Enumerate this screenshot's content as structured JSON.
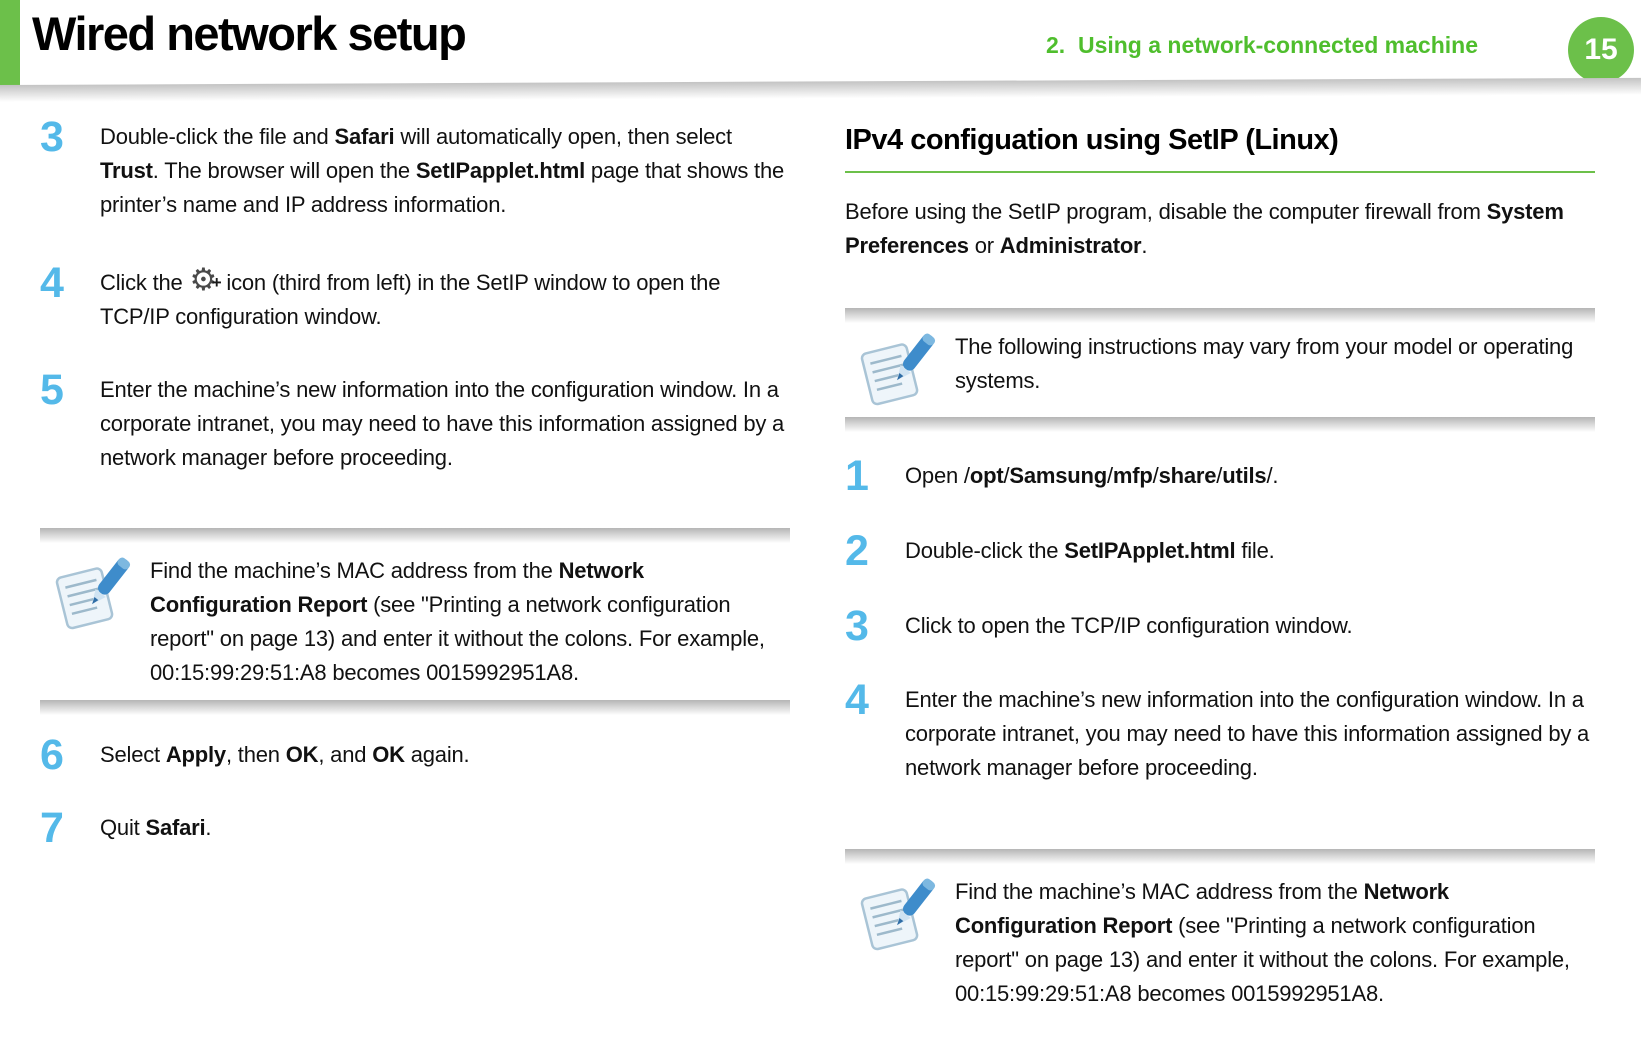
{
  "colors": {
    "accent_green": "#6CC04A",
    "text_green": "#4FBE2D",
    "step_blue": "#54B9E9",
    "text_black": "#111111"
  },
  "header": {
    "title": "Wired network setup",
    "chapter": "2.  Using a network-connected machine",
    "page_number": "15"
  },
  "icons": {
    "note": "pencil-note-icon",
    "gear": "gear-add-icon"
  },
  "left": {
    "steps": [
      {
        "num": "3",
        "segments": [
          {
            "t": "Double-click the file and "
          },
          {
            "t": "Safari",
            "b": true
          },
          {
            "t": " will automatically open, then select "
          },
          {
            "t": "Trust",
            "b": true
          },
          {
            "t": ". The browser will open the "
          },
          {
            "t": "SetIPapplet.html",
            "b": true
          },
          {
            "t": " page that shows the printer’s name and IP address information."
          }
        ]
      },
      {
        "num": "4",
        "segments": [
          {
            "t": "Click the "
          },
          {
            "icon": "gear-add-icon"
          },
          {
            "t": " icon (third from left) in the SetIP window to open the TCP/IP configuration window."
          }
        ]
      },
      {
        "num": "5",
        "segments": [
          {
            "t": "Enter the machine’s new information into the configuration window. In a corporate intranet, you may need to have this information assigned by a network manager before proceeding."
          }
        ]
      },
      {
        "num": "6",
        "segments": [
          {
            "t": "Select "
          },
          {
            "t": "Apply",
            "b": true
          },
          {
            "t": ", then "
          },
          {
            "t": "OK",
            "b": true
          },
          {
            "t": ", and "
          },
          {
            "t": "OK",
            "b": true
          },
          {
            "t": " again."
          }
        ]
      },
      {
        "num": "7",
        "segments": [
          {
            "t": "Quit "
          },
          {
            "t": "Safari",
            "b": true
          },
          {
            "t": "."
          }
        ]
      }
    ],
    "note": {
      "segments": [
        {
          "t": "Find the machine’s MAC address from the "
        },
        {
          "t": "Network Configuration Report",
          "b": true
        },
        {
          "t": " (see \"Printing a network configuration report\" on page 13) and enter it without the colons. For example, 00:15:99:29:51:A8 becomes 0015992951A8."
        }
      ]
    }
  },
  "right": {
    "heading": "IPv4 configuation using SetIP (Linux)",
    "intro": [
      {
        "t": "Before using the SetIP program, disable the computer firewall from "
      },
      {
        "t": "System Preferences",
        "b": true
      },
      {
        "t": " or "
      },
      {
        "t": "Administrator",
        "b": true
      },
      {
        "t": "."
      }
    ],
    "note1": {
      "segments": [
        {
          "t": "The following instructions may vary from your model or operating systems."
        }
      ]
    },
    "steps": [
      {
        "num": "1",
        "segments": [
          {
            "t": "Open /"
          },
          {
            "t": "opt",
            "b": true
          },
          {
            "t": "/"
          },
          {
            "t": "Samsung",
            "b": true
          },
          {
            "t": "/"
          },
          {
            "t": "mfp",
            "b": true
          },
          {
            "t": "/"
          },
          {
            "t": "share",
            "b": true
          },
          {
            "t": "/"
          },
          {
            "t": "utils",
            "b": true
          },
          {
            "t": "/."
          }
        ]
      },
      {
        "num": "2",
        "segments": [
          {
            "t": "Double-click the "
          },
          {
            "t": "SetIPApplet.html",
            "b": true
          },
          {
            "t": " file."
          }
        ]
      },
      {
        "num": "3",
        "segments": [
          {
            "t": "Click to open the TCP/IP configuration window."
          }
        ]
      },
      {
        "num": "4",
        "segments": [
          {
            "t": "Enter the machine’s new information into the configuration window. In a corporate intranet, you may need to have this information assigned by a network manager before proceeding."
          }
        ]
      }
    ],
    "note2": {
      "segments": [
        {
          "t": "Find the machine’s MAC address from the "
        },
        {
          "t": "Network Configuration Report",
          "b": true
        },
        {
          "t": " (see \"Printing a network configuration report\" on page 13) and enter it without the colons. For example, 00:15:99:29:51:A8 becomes 0015992951A8."
        }
      ]
    }
  }
}
